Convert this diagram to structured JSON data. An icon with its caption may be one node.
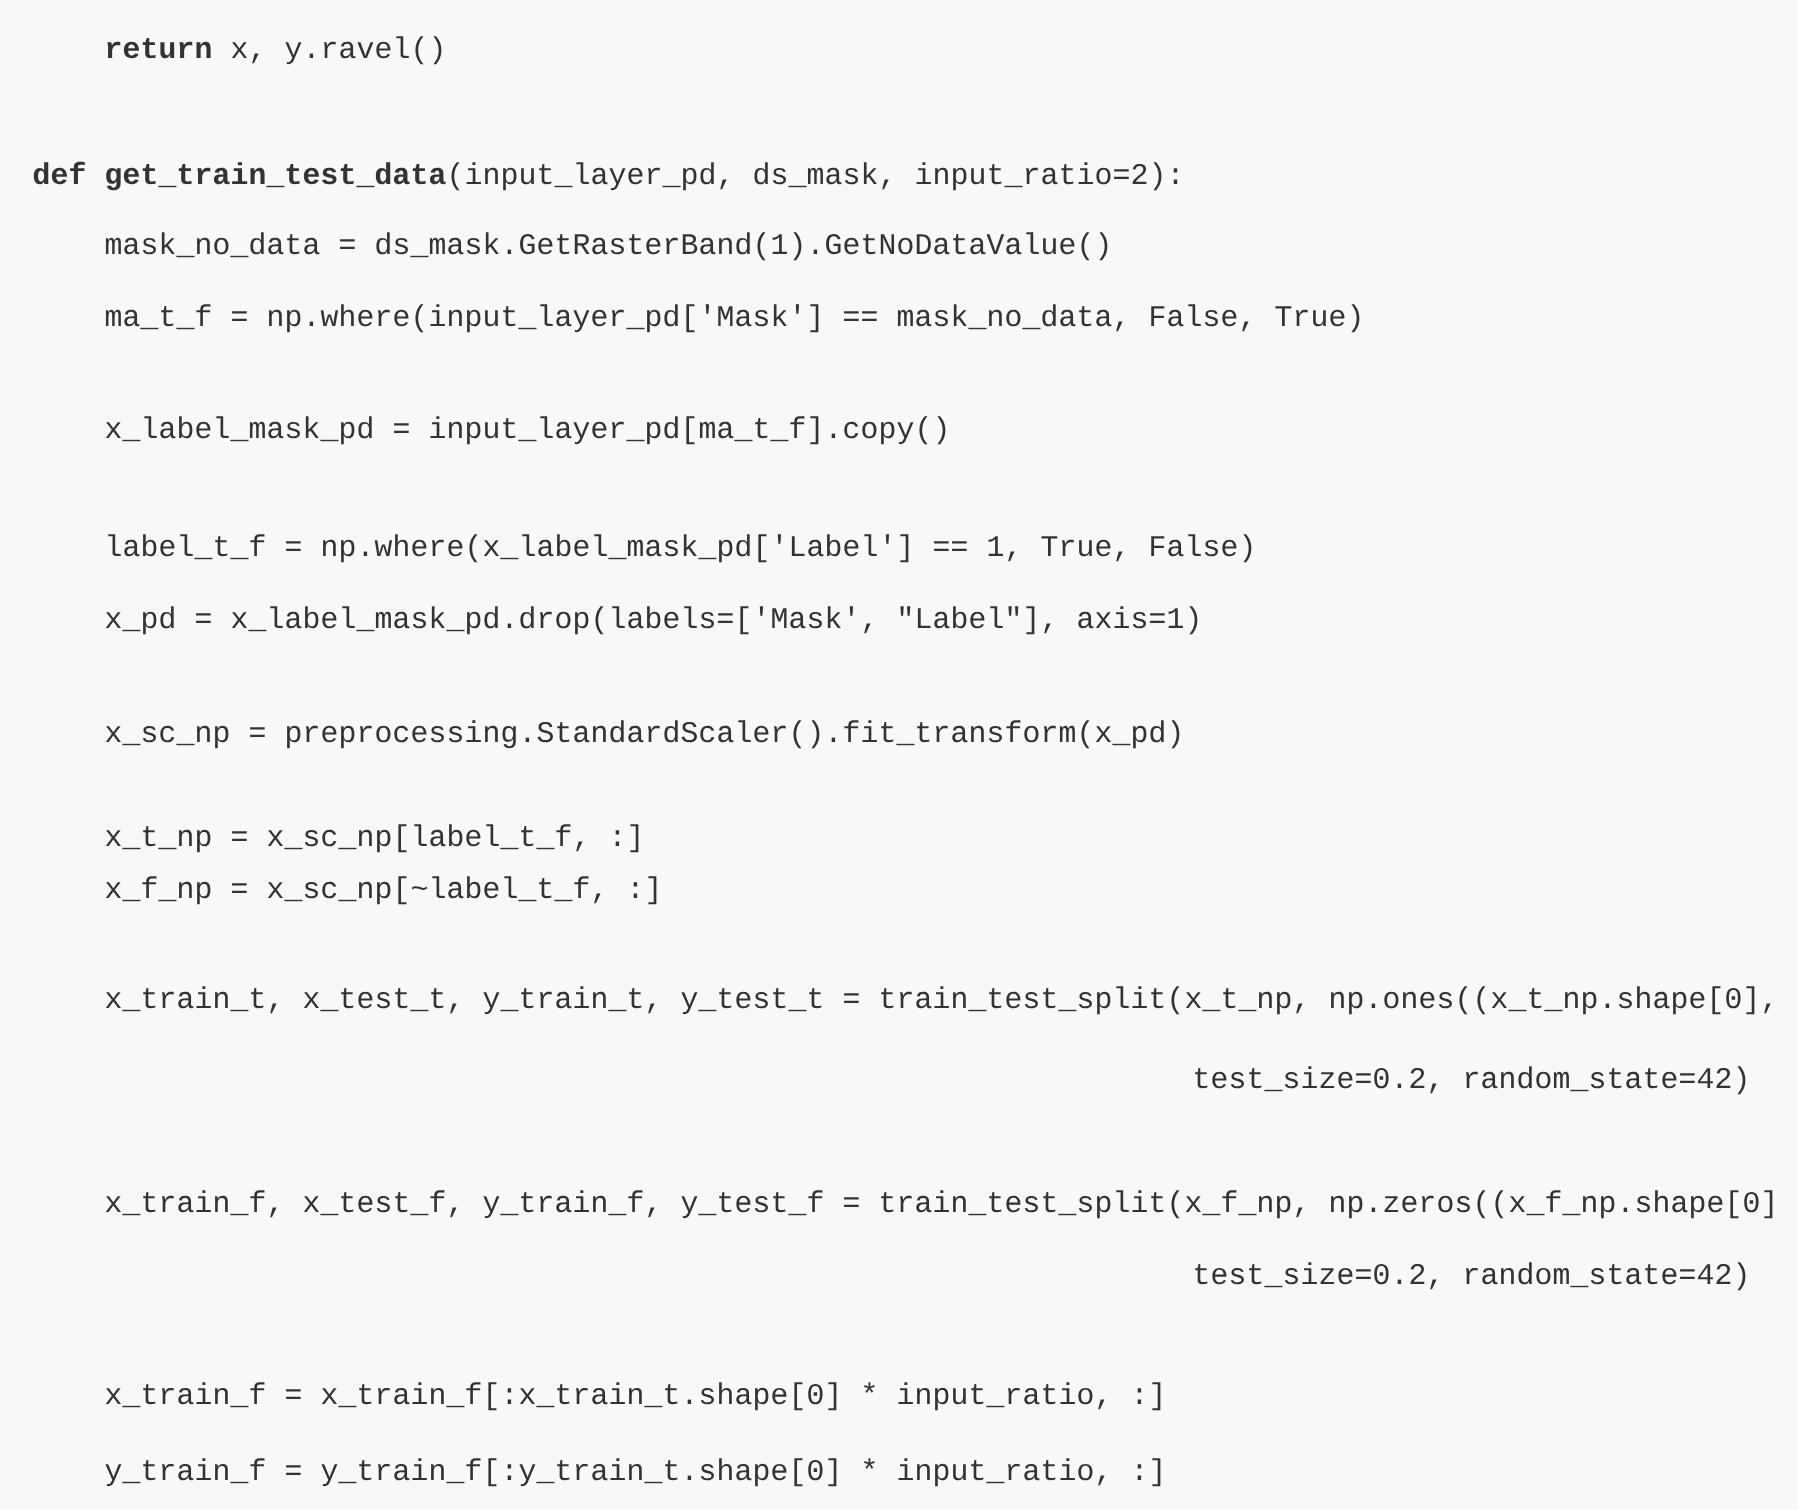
{
  "diagram": {
    "labels": [
      "**return** x, y.ravel()",
      "**def** **get_train_test_data**(input_layer_pd, ds_mask, input_ratio=2):",
      "mask_no_data = ds_mask.GetRasterBand(1).GetNoDataValue()",
      "ma_t_f = np.where(input_layer_pd['Mask'] == mask_no_data, False, True)",
      "x_label_mask_pd = input_layer_pd[ma_t_f].copy()",
      "label_t_f = np.where(x_label_mask_pd['Label'] == 1, True, False)",
      "x_pd = x_label_mask_pd.drop(labels=['Mask', \"Label\"], axis=1)",
      "x_sc_np = preprocessing.StandardScaler().fit_transform(x_pd)",
      "x_t_np = x_sc_np[label_t_f, :]",
      "x_f_np = x_sc_np[~label_t_f, :]",
      "x_train_t, x_test_t, y_train_t, y_test_t = train_test_split(x_t_np, np.ones((x_t_np.shape[0],",
      "test_size=0.2, random_state=42)",
      "x_train_f, x_test_f, y_train_f, y_test_f = train_test_split(x_f_np, np.zeros((x_f_np.shape[0]",
      "test_size=0.2, random_state=42)",
      "x_train_f = x_train_f[:x_train_t.shape[0] * input_ratio, :]",
      "y_train_f = y_train_f[:y_train_t.shape[0] * input_ratio, :]"
    ]
  }
}
